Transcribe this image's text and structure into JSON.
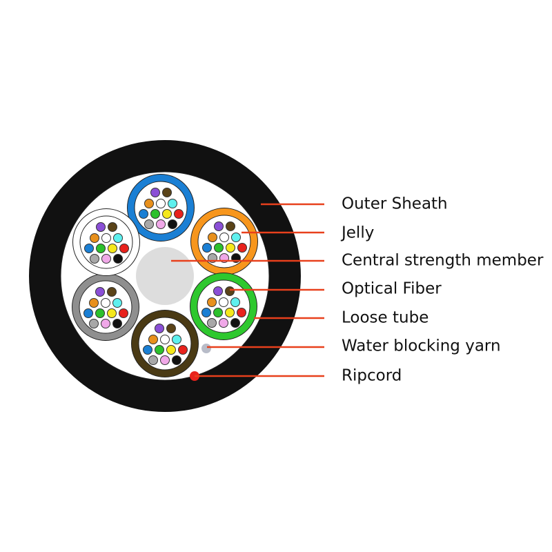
{
  "labels": [
    {
      "id": "outer-sheath",
      "text": "Outer Sheath"
    },
    {
      "id": "jelly",
      "text": "Jelly"
    },
    {
      "id": "central-strength-member",
      "text": "Central strength member"
    },
    {
      "id": "optical-fiber",
      "text": "Optical Fiber"
    },
    {
      "id": "loose-tube",
      "text": "Loose tube"
    },
    {
      "id": "water-blocking-yarn",
      "text": "Water blocking yarn"
    },
    {
      "id": "ripcord",
      "text": "Ripcord"
    }
  ],
  "colors": {
    "sheath": "#111111",
    "leader": "#e8401c",
    "ripcord": "#e8221c",
    "strength_member": "#dddddd",
    "yarn": "#b8bcc8",
    "fiber_stroke": "#333333"
  },
  "tubes": [
    {
      "name": "blue",
      "color": "#1a7fd4"
    },
    {
      "name": "orange",
      "color": "#f7961d"
    },
    {
      "name": "green",
      "color": "#2ec82e"
    },
    {
      "name": "brown",
      "color": "#4a3a14"
    },
    {
      "name": "gray",
      "color": "#8f8f8f"
    },
    {
      "name": "white",
      "color": "#ffffff"
    }
  ],
  "fiber_colors": [
    {
      "name": "violet",
      "color": "#8a4fd6"
    },
    {
      "name": "brown",
      "color": "#5a4318"
    },
    {
      "name": "orange",
      "color": "#e8901c"
    },
    {
      "name": "white",
      "color": "#ffffff"
    },
    {
      "name": "aqua",
      "color": "#5ef0ee"
    },
    {
      "name": "blue",
      "color": "#1a7fd4"
    },
    {
      "name": "green",
      "color": "#2cc02c"
    },
    {
      "name": "yellow",
      "color": "#f5e81c"
    },
    {
      "name": "red",
      "color": "#e8221c"
    },
    {
      "name": "slate",
      "color": "#a8a8a8"
    },
    {
      "name": "rose",
      "color": "#f0a8e8"
    },
    {
      "name": "black",
      "color": "#111111"
    }
  ]
}
